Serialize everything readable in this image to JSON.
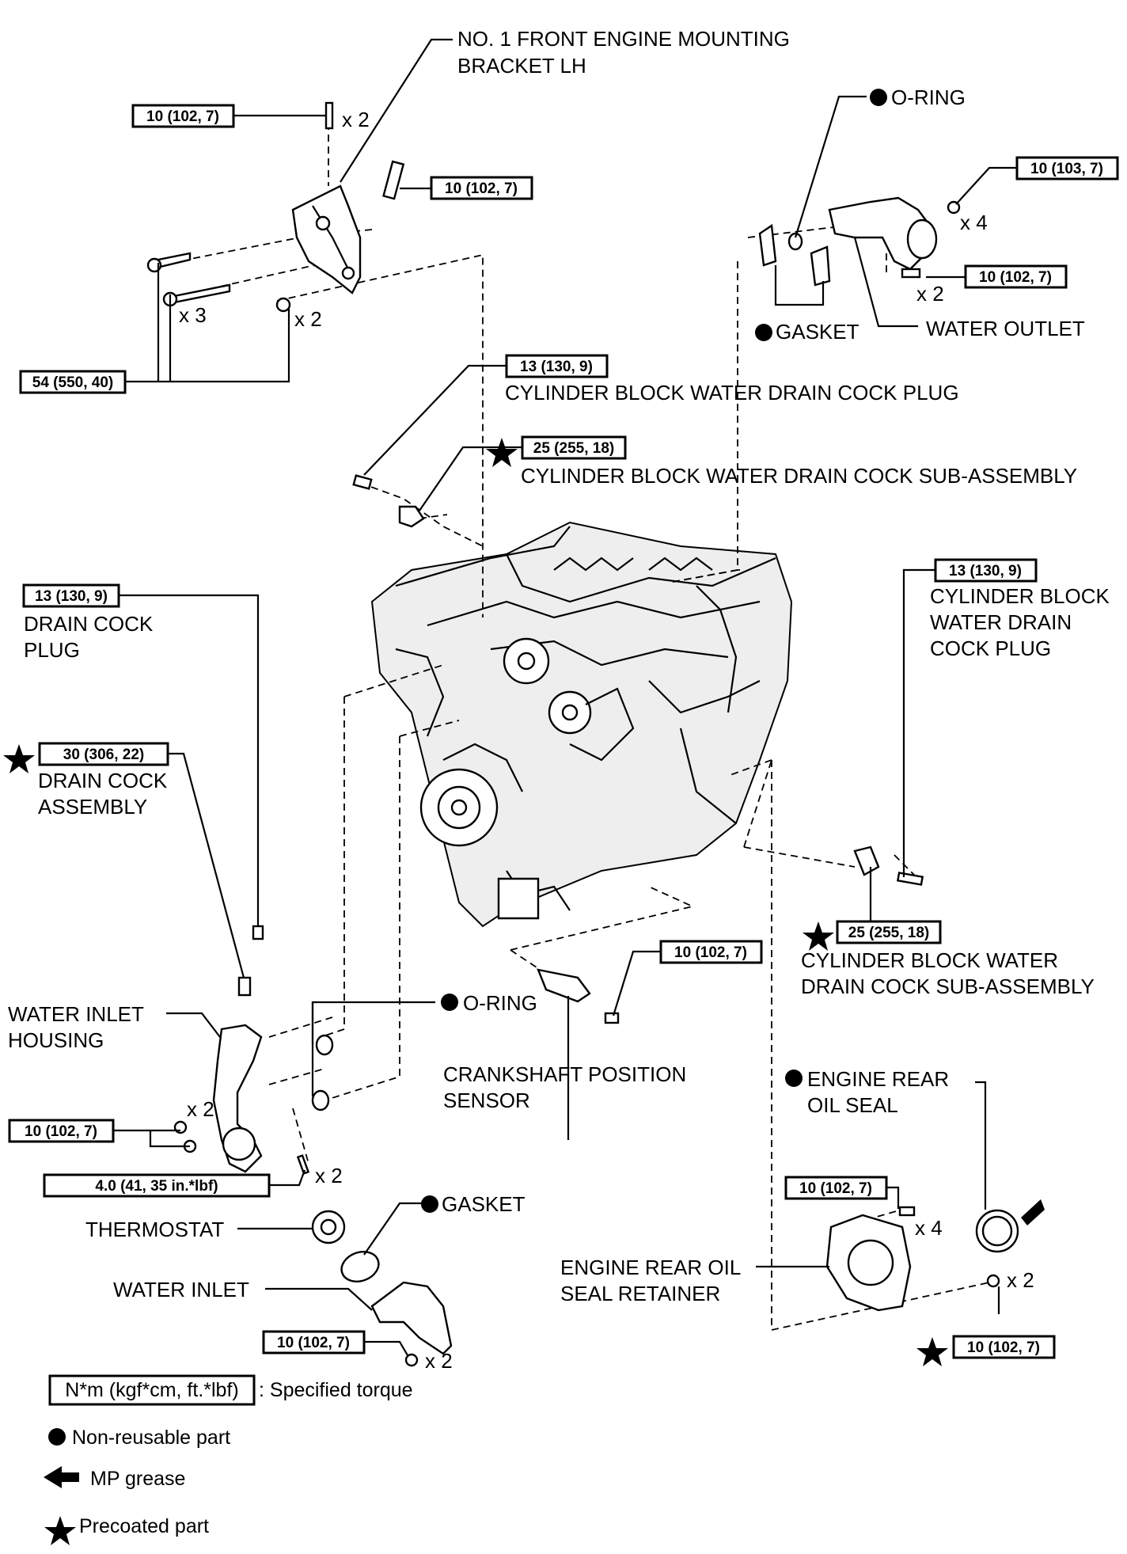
{
  "labels": {
    "front_bracket_1": "NO. 1 FRONT ENGINE MOUNTING",
    "front_bracket_2": "BRACKET LH",
    "oring_top": "O-RING",
    "gasket_top": "GASKET",
    "water_outlet": "WATER OUTLET",
    "cb_plug_top": "CYLINDER BLOCK WATER DRAIN COCK PLUG",
    "cb_sub_top": "CYLINDER BLOCK WATER DRAIN COCK SUB-ASSEMBLY",
    "drain_cock_plug_1": "DRAIN COCK",
    "drain_cock_plug_2": "PLUG",
    "drain_cock_assy_1": "DRAIN COCK",
    "drain_cock_assy_2": "ASSEMBLY",
    "cb_plug_right_1": "CYLINDER BLOCK",
    "cb_plug_right_2": "WATER DRAIN",
    "cb_plug_right_3": "COCK PLUG",
    "cb_sub_right_1": "CYLINDER BLOCK WATER",
    "cb_sub_right_2": "DRAIN COCK SUB-ASSEMBLY",
    "oring_mid": "O-RING",
    "inlet_housing_1": "WATER INLET",
    "inlet_housing_2": "HOUSING",
    "crank_sensor_1": "CRANKSHAFT POSITION",
    "crank_sensor_2": "SENSOR",
    "rear_seal_1": "ENGINE REAR",
    "rear_seal_2": "OIL SEAL",
    "gasket_bottom": "GASKET",
    "thermostat": "THERMOSTAT",
    "water_inlet": "WATER INLET",
    "retainer_1": "ENGINE REAR OIL",
    "retainer_2": "SEAL RETAINER"
  },
  "qty": {
    "x2": "x 2",
    "x3": "x 3",
    "x4": "x 4"
  },
  "torques": {
    "t1": "10 (102, 7)",
    "t2": "10 (102, 7)",
    "t3": "10 (103, 7)",
    "t4": "10 (102, 7)",
    "t5": "54 (550, 40)",
    "t6": "13 (130, 9)",
    "t7": "25 (255, 18)",
    "t8": "13 (130, 9)",
    "t9": "13 (130, 9)",
    "t10": "30 (306, 22)",
    "t11": "25 (255, 18)",
    "t12": "10 (102, 7)",
    "t13": "10 (102, 7)",
    "t14": "4.0 (41, 35 in.*lbf)",
    "t15": "10 (102, 7)",
    "t16": "10 (102, 7)",
    "t17": "10 (102, 7)"
  },
  "legend": {
    "torque_box": "N*m (kgf*cm, ft.*lbf)",
    "torque_text": ": Specified torque",
    "non_reusable": "Non-reusable part",
    "mp_grease": "MP grease",
    "precoated": "Precoated part"
  }
}
